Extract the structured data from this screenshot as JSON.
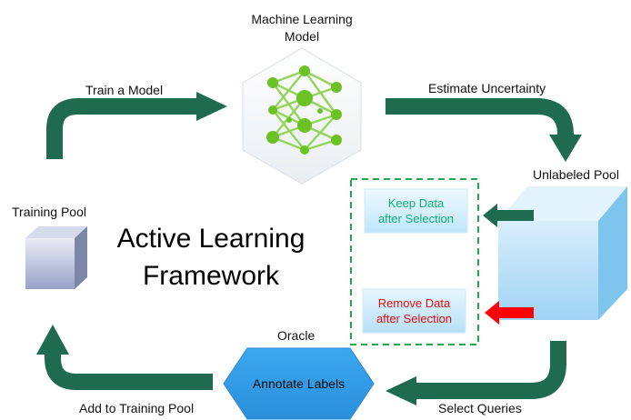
{
  "model": {
    "line1": "Machine Learning",
    "line2": "Model"
  },
  "title": {
    "line1": "Active Learning",
    "line2": "Framework"
  },
  "steps": {
    "train": "Train a Model",
    "estimate": "Estimate Uncertainty",
    "select": "Select Queries",
    "add": "Add to Training Pool"
  },
  "pools": {
    "training": "Training Pool",
    "unlabeled": "Unlabeled Pool"
  },
  "oracle": {
    "label": "Oracle",
    "action": "Annotate Labels"
  },
  "options": {
    "keep": {
      "line1": "Keep Data",
      "line2": "after Selection"
    },
    "remove": {
      "line1": "Remove Data",
      "line2": "after Selection"
    }
  },
  "colors": {
    "arrow": "#1f6b50",
    "keep_text": "#10b070",
    "remove_text": "#e01010",
    "remove_arrow": "#ff0000",
    "oracle_fill": "#2e9de8",
    "dashed_border": "#21a84a",
    "network": "#7cc32a"
  }
}
